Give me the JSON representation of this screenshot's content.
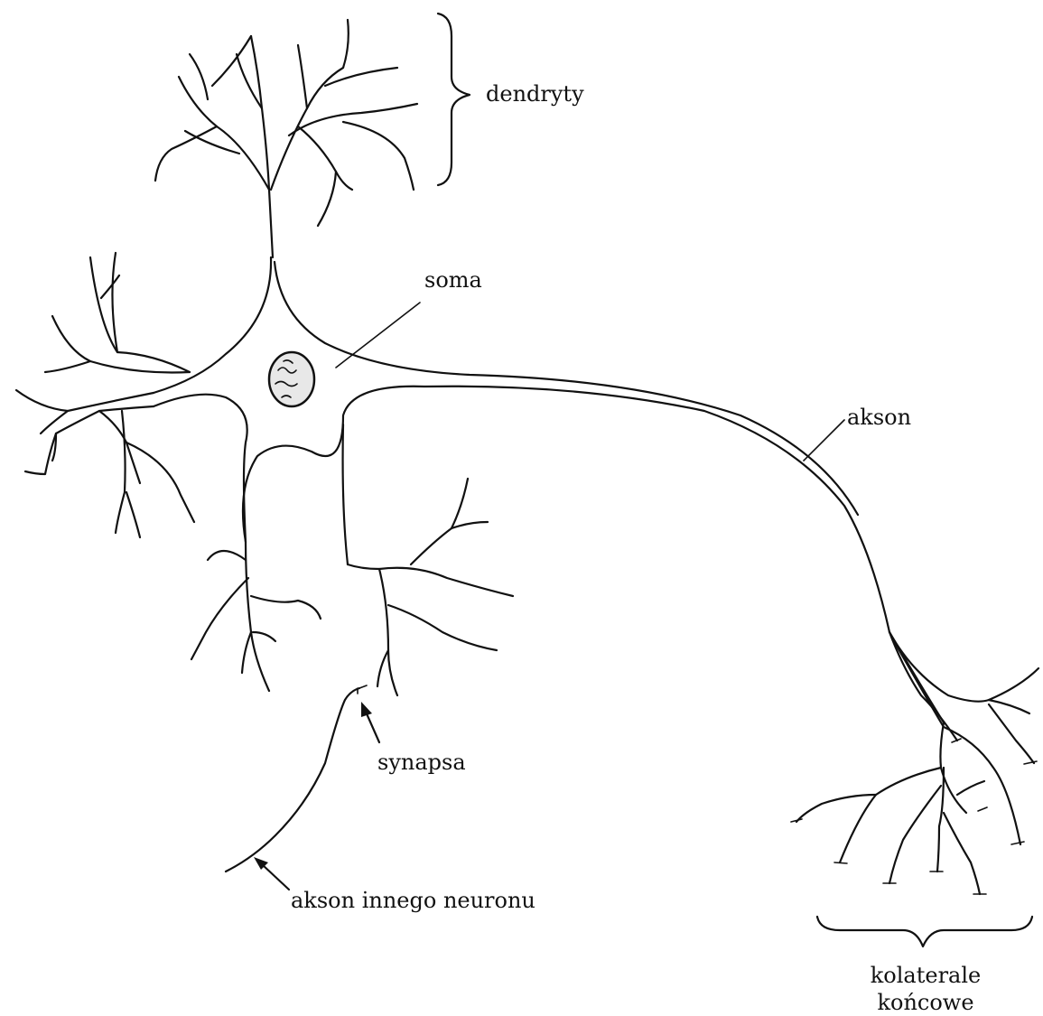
{
  "labels": {
    "dendrites": "dendryty",
    "soma": "soma",
    "axon": "akson",
    "synapse": "synapsa",
    "other_axon": "akson innego neuronu",
    "terminals_line1": "kolaterale",
    "terminals_line2": "końcowe"
  }
}
